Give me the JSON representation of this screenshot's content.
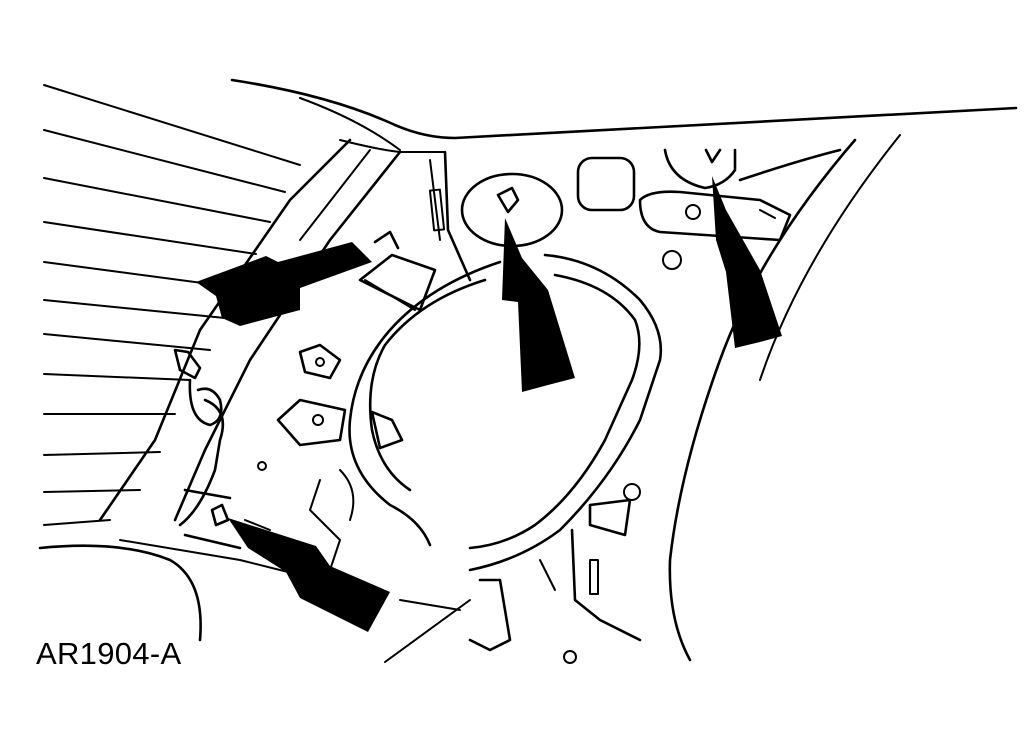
{
  "figure": {
    "id_label": "AR1904-A"
  },
  "callouts": [
    {
      "name": "arrow-upper-left-clip"
    },
    {
      "name": "arrow-center-clip"
    },
    {
      "name": "arrow-right-clip"
    },
    {
      "name": "arrow-lower-clip"
    }
  ]
}
